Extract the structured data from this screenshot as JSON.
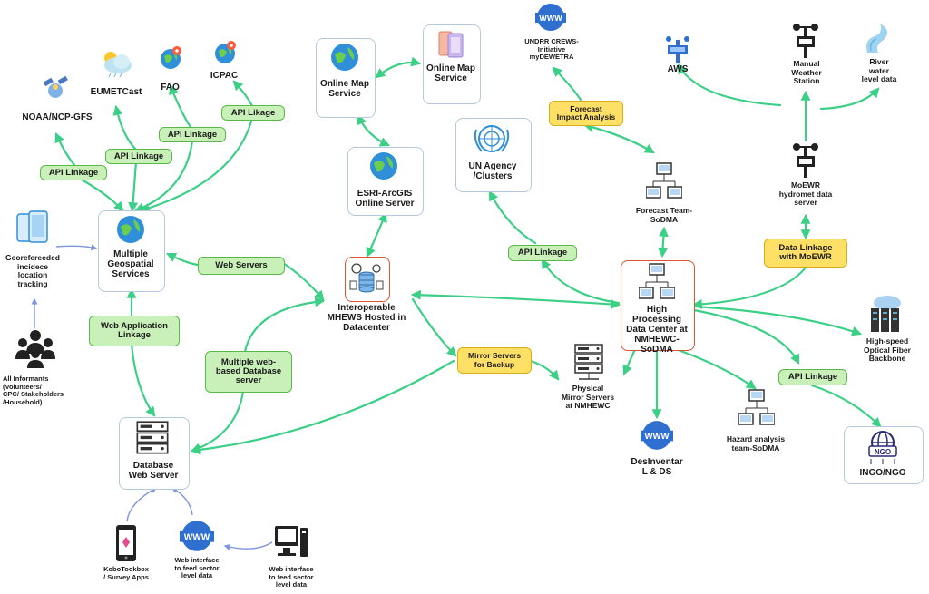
{
  "colors": {
    "connector": "#3ccf86",
    "informant_arrow": "#7f95e0",
    "pill_green": "#c9f0b9",
    "pill_yellow": "#ffe066",
    "highlight_border": "#e0542e"
  },
  "nodes": {
    "noaa": "NOAA/NCP-GFS",
    "eumetcast": "EUMETCast",
    "fao": "FAO",
    "icpac": "ICPAC",
    "online_map_1": "Online Map Service",
    "online_map_2": "Online Map Service",
    "esri_l1": "ESRI-ArcGIS",
    "esri_l2": "Online Server",
    "undrr_l1": "UNDRR CREWS-",
    "undrr_l2": "Initiative",
    "undrr_l3": "myDEWETRA",
    "un_agency_l1": "UN Agency",
    "un_agency_l2": "/Clusters",
    "aws": "AWS",
    "manual_ws_l1": "Manual",
    "manual_ws_l2": "Weather",
    "manual_ws_l3": "Station",
    "river_l1": "River",
    "river_l2": "water",
    "river_l3": "level data",
    "moewr_l1": "MoEWR",
    "moewr_l2": "hydromet data",
    "moewr_l3": "server",
    "forecast_team_l1": "Forecast Team-",
    "forecast_team_l2": "SoDMA",
    "georef_l1": "Georeferecded",
    "georef_l2": "incidece",
    "georef_l3": "location",
    "georef_l4": "tracking",
    "multi_geo_l1": "Multiple",
    "multi_geo_l2": "Geospatial",
    "multi_geo_l3": "Services",
    "mhews_l1": "Interoperable",
    "mhews_l2": "MHEWS Hosted  in",
    "mhews_l3": "Datacenter",
    "hpdc_l1": "High Processing",
    "hpdc_l2": "Data Center  at",
    "hpdc_l3": "NMHEWC-",
    "hpdc_l4": "SoDMA",
    "fiber_l1": "High-speed",
    "fiber_l2": "Optical Fiber",
    "fiber_l3": "Backbone",
    "informants_l1": "All Informants",
    "informants_l2": "(Volunteers/",
    "informants_l3": "CPC/ Stakeholders",
    "informants_l4": "/Household)",
    "phys_mirror_l1": "Physical",
    "phys_mirror_l2": "Mirror Servers",
    "phys_mirror_l3": "at NMHEWC",
    "hazard_l1": "Hazard analysis",
    "hazard_l2": "team-SoDMA",
    "desinventar_l1": "DesInventar",
    "desinventar_l2": "L & DS",
    "ingo": "INGO/NGO",
    "db_server_l1": "Database",
    "db_server_l2": "Web Server",
    "kobo_l1": "KoboTookbox",
    "kobo_l2": "/ Survey Apps",
    "web_if1_l1": "Web interface",
    "web_if1_l2": "to feed sector",
    "web_if1_l3": "level data",
    "web_if2_l1": "Web interface",
    "web_if2_l2": "to feed sector",
    "web_if2_l3": "level data"
  },
  "pills": {
    "api_noaa": "API Linkage",
    "api_eumet": "API Linkage",
    "api_fao": "API Linkage",
    "api_icpac": "API  Likage",
    "web_servers": "Web Servers",
    "web_app_l1": "Web Application",
    "web_app_l2": "Linkage",
    "multi_db_l1": "Multiple web-",
    "multi_db_l2": "based Database",
    "multi_db_l3": "server",
    "forecast_impact_l1": "Forecast",
    "forecast_impact_l2": "Impact Analysis",
    "api_un": "API Linkage",
    "data_link_l1": "Data Linkage",
    "data_link_l2": "with MoEWR",
    "mirror_l1": "Mirror Servers",
    "mirror_l2": "for Backup",
    "api_ingo": "API Linkage"
  }
}
